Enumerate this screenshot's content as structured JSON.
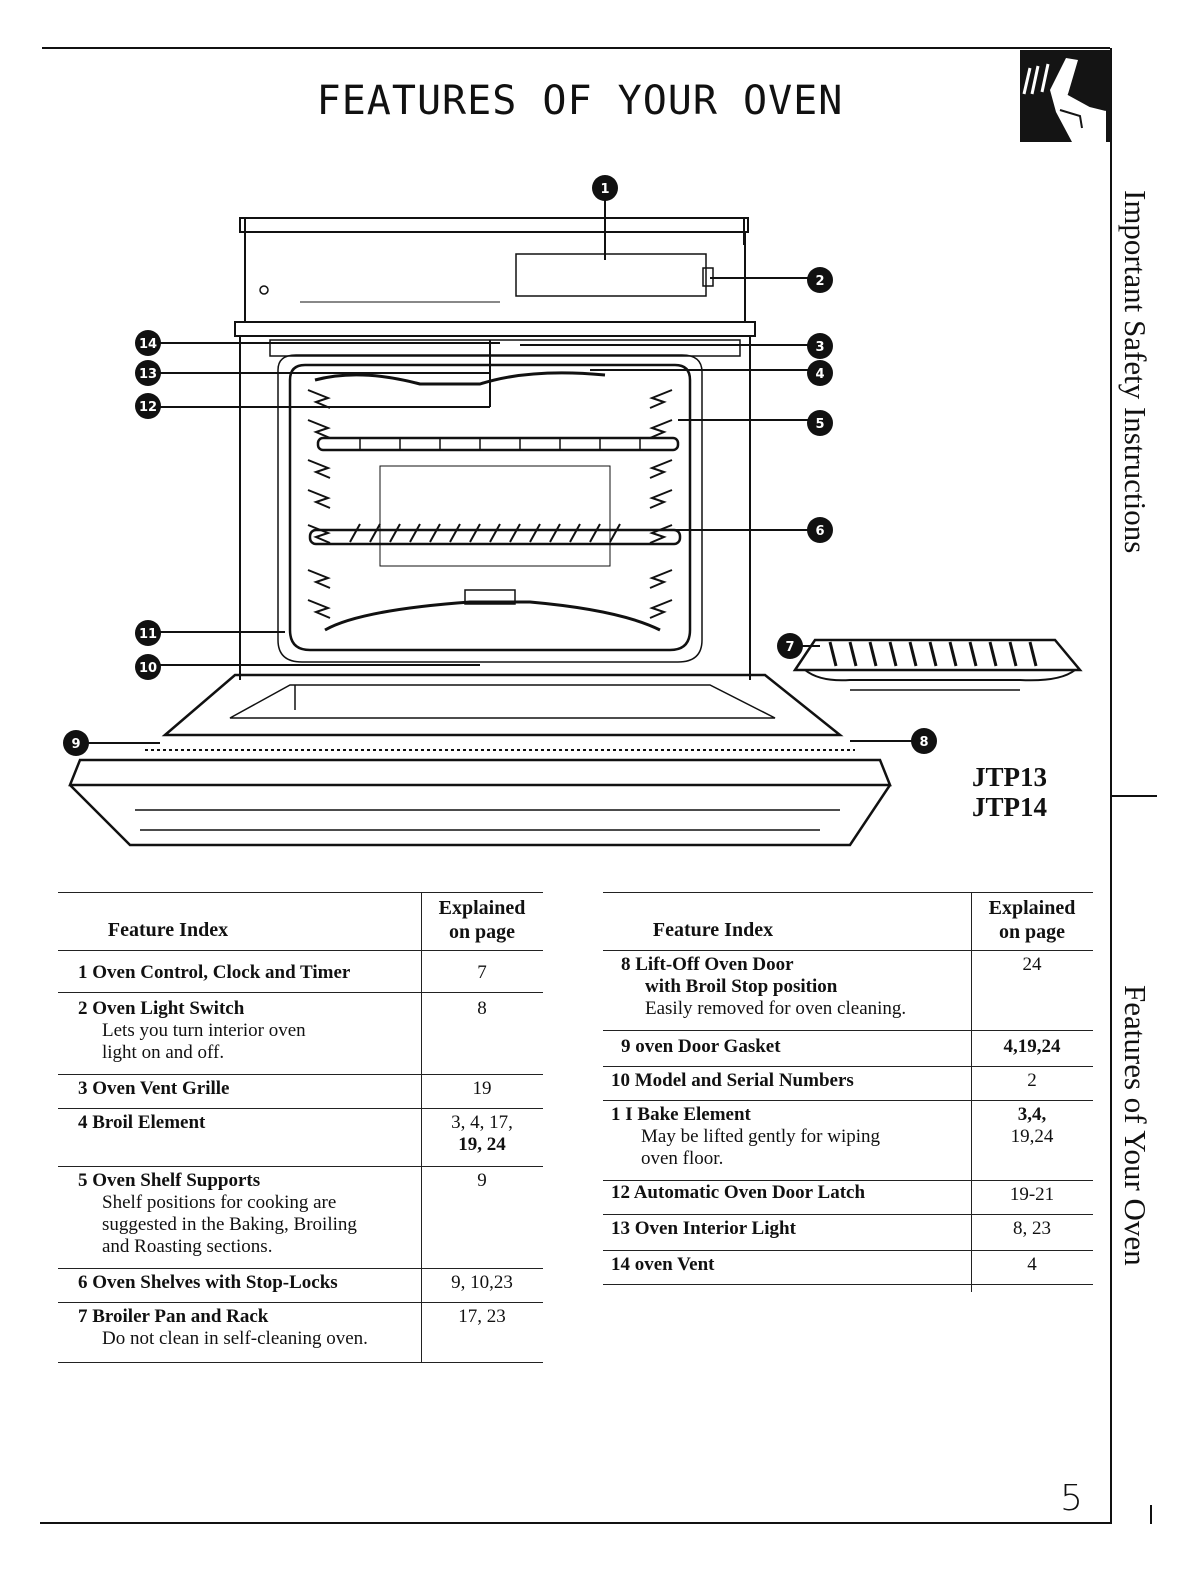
{
  "page": {
    "title": "FEATURES OF YOUR OVEN",
    "side_tabs": [
      "Important Safety Instructions",
      "Features of Your Oven"
    ],
    "page_number": "5"
  },
  "diagram": {
    "models": [
      "JTP13",
      "JTP14"
    ],
    "callouts": [
      "1",
      "2",
      "3",
      "4",
      "5",
      "6",
      "7",
      "8",
      "9",
      "10",
      "11",
      "12",
      "13",
      "14"
    ],
    "icons": [
      "hand-pressing-button-icon"
    ]
  },
  "left_table": {
    "headers": {
      "feature": "Feature Index",
      "explained": "Explained",
      "explained2": "on page"
    },
    "rows": [
      {
        "title": "1 Oven Control, Clock and Timer",
        "desc": "",
        "page": "7"
      },
      {
        "title": "2 Oven Light Switch",
        "desc": "Lets you turn interior oven",
        "desc2": "light on and off.",
        "page": "8"
      },
      {
        "title": "3 Oven Vent Grille",
        "desc": "",
        "page": "19"
      },
      {
        "title": "4 Broil Element",
        "desc": "",
        "page": "3, 4, 17,",
        "page2": "19, 24"
      },
      {
        "title": "5 Oven Shelf Supports",
        "desc": "Shelf positions for cooking are",
        "desc2": "suggested in the Baking, Broiling",
        "desc3": "and Roasting sections.",
        "page": "9"
      },
      {
        "title": "6 Oven Shelves with Stop-Locks",
        "desc": "",
        "page": "9, 10,23"
      },
      {
        "title": "7 Broiler Pan and Rack",
        "desc": "Do not clean in self-cleaning oven.",
        "page": "17, 23"
      }
    ]
  },
  "right_table": {
    "headers": {
      "feature": "Feature Index",
      "explained": "Explained",
      "explained2": "on page"
    },
    "rows": [
      {
        "title": "8 Lift-Off Oven Door",
        "title2": "with Broil Stop position",
        "desc": "Easily removed for oven cleaning.",
        "page": "24"
      },
      {
        "title": "9 oven Door Gasket",
        "desc": "",
        "page": "4,19,24"
      },
      {
        "title": "10 Model and Serial Numbers",
        "desc": "",
        "page": "2"
      },
      {
        "title": "1 I Bake Element",
        "desc": "May be lifted gently for wiping",
        "desc2": "oven floor.",
        "page": "3,4,",
        "page2": "19,24"
      },
      {
        "title": "12 Automatic Oven Door Latch",
        "desc": "",
        "page": "19-21"
      },
      {
        "title": "13 Oven Interior Light",
        "desc": "",
        "page": "8, 23"
      },
      {
        "title": "14 oven Vent",
        "desc": "",
        "page": "4"
      }
    ]
  }
}
